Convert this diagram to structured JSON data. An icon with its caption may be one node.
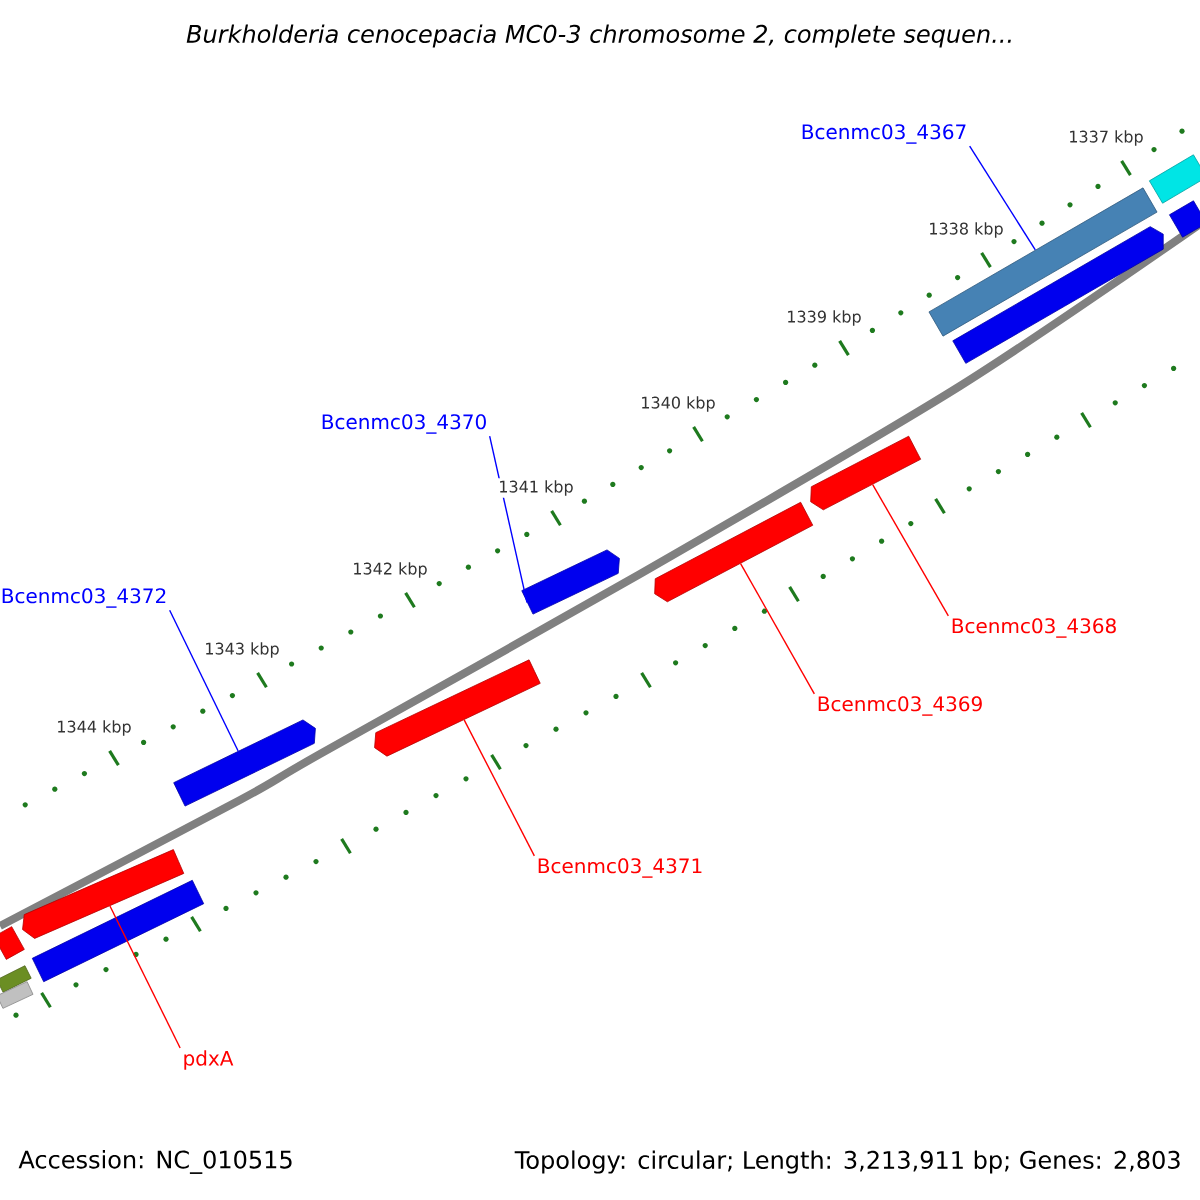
{
  "diagram": {
    "title": "Burkholderia cenocepacia MC0-3 chromosome 2, complete sequen...",
    "nodes": [
      {
        "text": [
          "Bcenmc03_4367"
        ]
      },
      {
        "text": [],
        "shape": "bar"
      },
      {
        "text": [],
        "shape": "bar"
      },
      {
        "text": [],
        "shape": "bar"
      },
      {
        "text": [],
        "shape": "bar"
      },
      {
        "text": [
          "Bcenmc03_4370"
        ]
      },
      {
        "text": [],
        "shape": "bar"
      },
      {
        "text": [],
        "shape": "bar"
      },
      {
        "text": [],
        "shape": "bar"
      },
      {
        "text": [
          "Bcenmc03_4372"
        ]
      },
      {
        "text": [],
        "shape": "bar"
      },
      {
        "text": [
          "Bcenmc03_4368"
        ]
      },
      {
        "text": [],
        "shape": "bar"
      },
      {
        "text": [
          "Bcenmc03_4369"
        ]
      },
      {
        "text": [],
        "shape": "bar"
      },
      {
        "text": [],
        "shape": "bar"
      },
      {
        "text": [],
        "shape": "bar"
      },
      {
        "text": [],
        "shape": "bar"
      },
      {
        "text": [],
        "shape": "bar"
      },
      {
        "text": [
          "Bcenmc03_4371"
        ]
      },
      {
        "text": [
          "pdxA"
        ]
      }
    ],
    "edges": [
      {
        "from": 0,
        "to": 2,
        "arrow": "none",
        "color": "#0000ff"
      },
      {
        "from": 5,
        "to": 6,
        "arrow": "none",
        "color": "#0000ff"
      },
      {
        "from": 9,
        "to": 10,
        "arrow": "none",
        "color": "#0000ff"
      },
      {
        "from": 11,
        "to": 7,
        "arrow": "none",
        "color": "#ff0000"
      },
      {
        "from": 13,
        "to": 8,
        "arrow": "none",
        "color": "#ff0000"
      },
      {
        "from": 19,
        "to": 12,
        "arrow": "none",
        "color": "#ff0000"
      },
      {
        "from": 20,
        "to": 15,
        "arrow": "none",
        "color": "#ff0000"
      }
    ],
    "labels": [
      "1337 kbp",
      "1338 kbp",
      "1339 kbp",
      "1340 kbp",
      "1341 kbp",
      "1342 kbp",
      "1343 kbp",
      "1344 kbp",
      "Accession: NC_010515",
      "Topology: circular; Length: 3,213,911 bp; Genes: 2,803"
    ]
  }
}
